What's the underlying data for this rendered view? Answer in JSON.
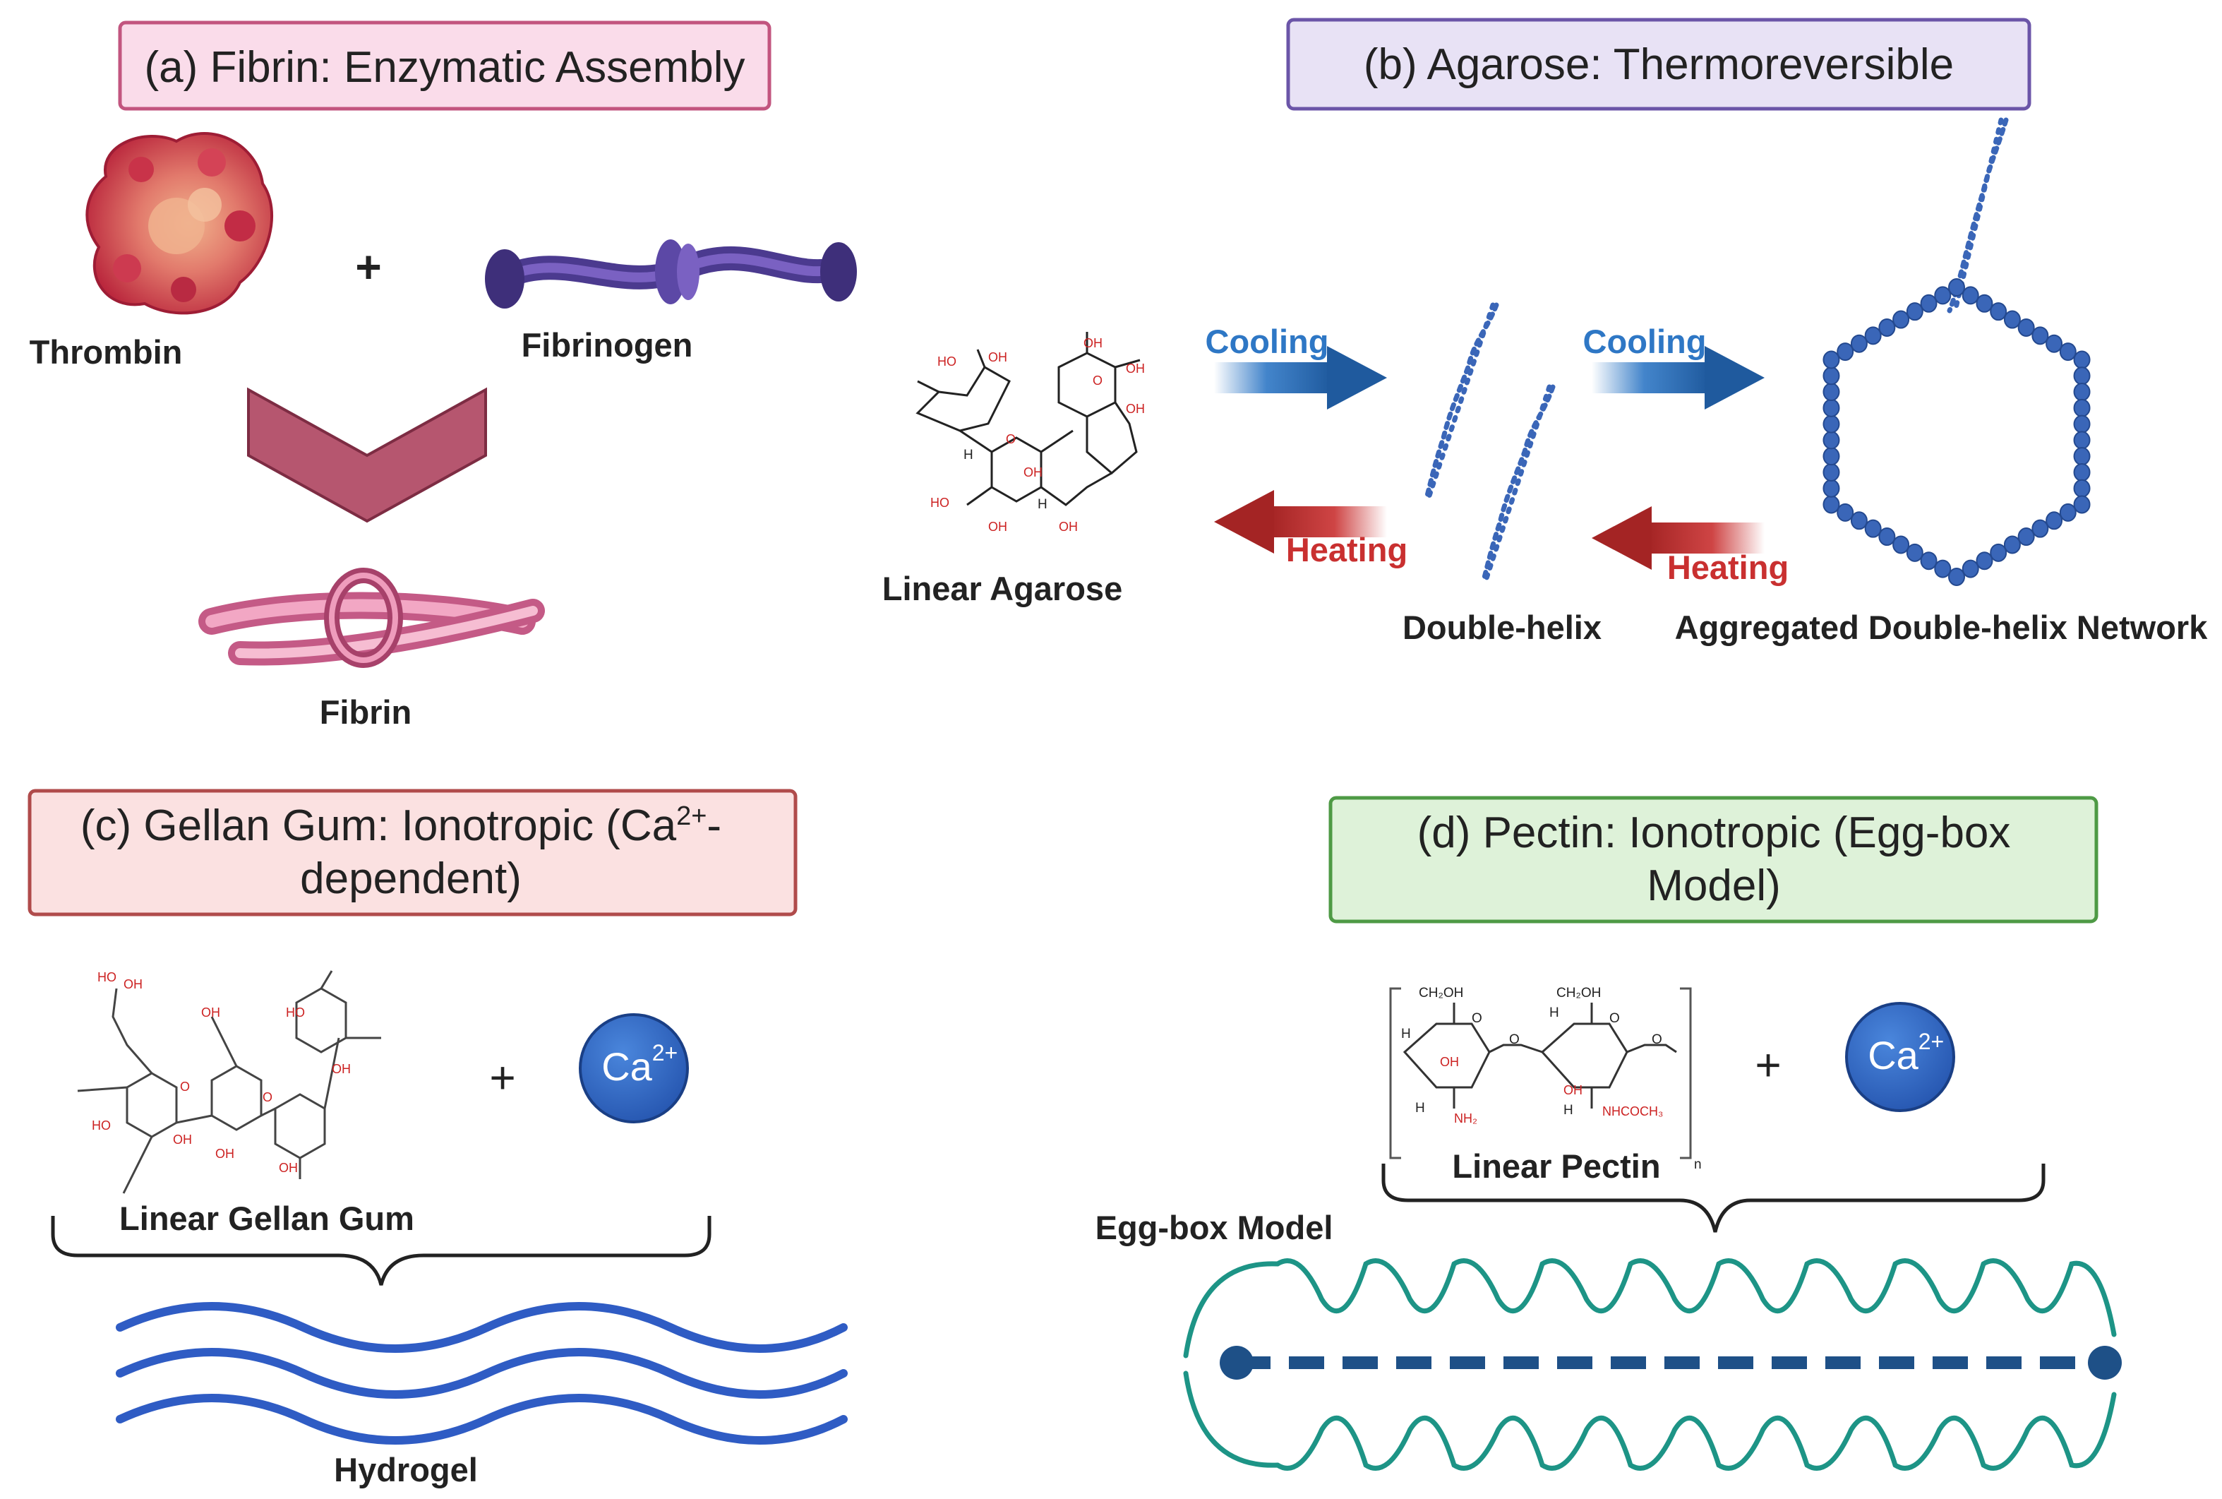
{
  "panels": {
    "a": {
      "title": "(a) Fibrin: Enzymatic Assembly",
      "thrombin": "Thrombin",
      "plus": "+",
      "fibrinogen": "Fibrinogen",
      "fibrin": "Fibrin",
      "colors": {
        "box_fill": "#fadcea",
        "box_border": "#c2557f"
      }
    },
    "b": {
      "title": "(b) Agarose: Thermoreversible",
      "linear": "Linear Agarose",
      "cooling1": "Cooling",
      "heating1": "Heating",
      "double_helix": "Double-helix",
      "cooling2": "Cooling",
      "heating2": "Heating",
      "network": "Aggregated Double-helix Network",
      "colors": {
        "box_fill": "#e8e2f5",
        "box_border": "#6b55a8",
        "cooling": "#2e77c5",
        "heating": "#c93030",
        "helix": "#3a66b8"
      }
    },
    "c": {
      "title_line1": "(c) Gellan Gum: Ionotropic (Ca",
      "title_sup": "2+",
      "title_dash": "-",
      "title_line2": "dependent)",
      "plus": "+",
      "ion": "Ca",
      "ion_sup": "2+",
      "linear": "Linear Gellan Gum",
      "hydrogel": "Hydrogel",
      "colors": {
        "box_fill": "#fbe1e1",
        "box_border": "#b04b4b",
        "wave": "#2f5cc4",
        "ion": "#2f62c2"
      }
    },
    "d": {
      "title_line1": "(d) Pectin: Ionotropic (Egg-box",
      "title_line2": "Model)",
      "plus": "+",
      "ion": "Ca",
      "ion_sup": "2+",
      "linear": "Linear Pectin",
      "eggbox": "Egg-box Model",
      "formula": {
        "ch2oh_1": "CH₂OH",
        "ch2oh_2": "CH₂OH",
        "oh_1": "OH",
        "oh_2": "OH",
        "nh2": "NH₂",
        "nhcoch3": "NHCOCH₃",
        "o_1": "O",
        "o_2": "O",
        "o_3": "O",
        "o_4": "O",
        "h": "H",
        "n": "n"
      },
      "colors": {
        "box_fill": "#def2d9",
        "box_border": "#4e9a45",
        "chain": "#1d9486",
        "ion_line": "#1e5087"
      }
    }
  },
  "chem_labels": {
    "ho": "HO",
    "oh": "OH",
    "o": "O",
    "h": "H"
  }
}
